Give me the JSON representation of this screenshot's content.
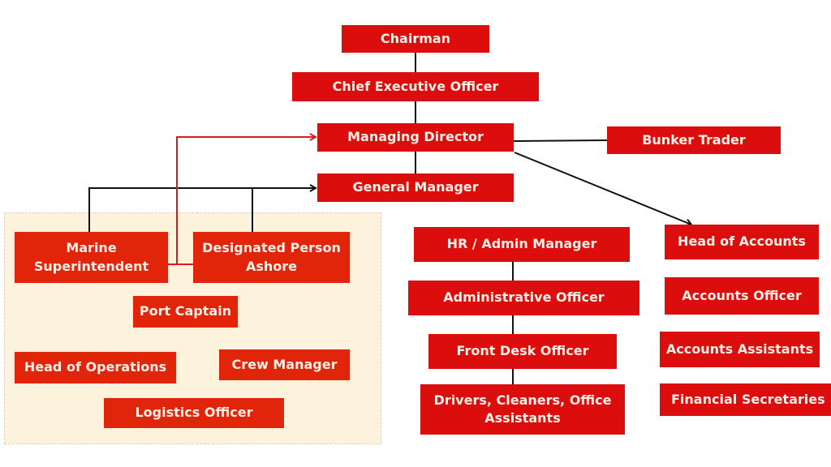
{
  "colors": {
    "box": "#dc0d0d",
    "panel_box": "#e0250b",
    "panel_bg": "#fdf3dc",
    "line": "#111111",
    "red_line": "#dc1a1a"
  },
  "nodes": {
    "chairman": "Chairman",
    "ceo": "Chief Executive Officer",
    "md": "Managing Director",
    "bunker": "Bunker Trader",
    "gm": "General Manager",
    "marine_l1": "Marine",
    "marine_l2": "Superintendent",
    "dpa_l1": "Designated Person",
    "dpa_l2": "Ashore",
    "port_captain": "Port Captain",
    "head_ops": "Head of Operations",
    "crew_manager": "Crew Manager",
    "logistics": "Logistics Officer",
    "hr": "HR / Admin Manager",
    "admin_officer": "Administrative Officer",
    "front_desk": "Front Desk Officer",
    "drivers_l1": "Drivers, Cleaners, Office",
    "drivers_l2": "Assistants",
    "head_accounts": "Head of Accounts",
    "accounts_officer": "Accounts Officer",
    "accounts_assistants": "Accounts Assistants",
    "financial_secretaries": "Financial Secretaries"
  }
}
